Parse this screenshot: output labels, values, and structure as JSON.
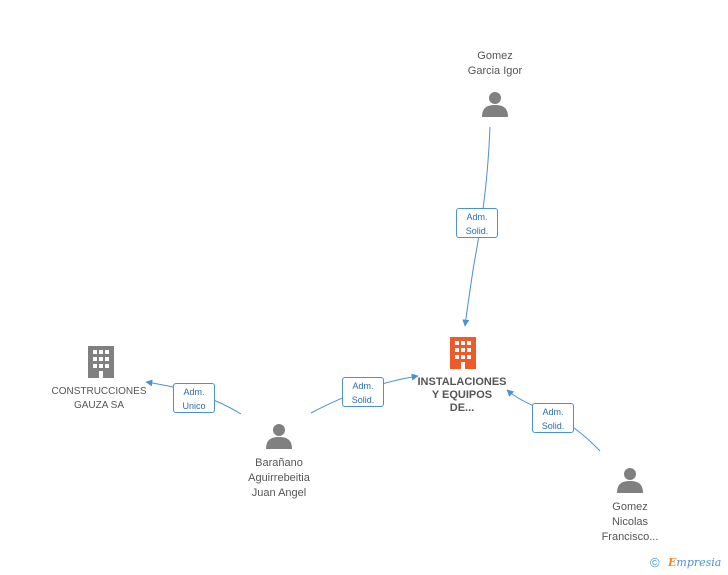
{
  "colors": {
    "edge": "#4a90d9",
    "person": "#808080",
    "company": "#808080",
    "focus_company": "#f05a28"
  },
  "nodes": {
    "gomez_garcia": {
      "lines": [
        "Gomez",
        "Garcia Igor"
      ],
      "icon": "person-icon"
    },
    "instalaciones": {
      "lines": [
        "INSTALACIONES",
        "Y EQUIPOS",
        "DE..."
      ],
      "icon": "building-icon"
    },
    "construcciones": {
      "lines": [
        "CONSTRUCCIONES",
        "GAUZA SA"
      ],
      "icon": "building-icon"
    },
    "baranano": {
      "lines": [
        "Barañano",
        "Aguirrebeitia",
        "Juan Angel"
      ],
      "icon": "person-icon"
    },
    "gomez_nicolas": {
      "lines": [
        "Gomez",
        "Nicolas",
        "Francisco..."
      ],
      "icon": "person-icon"
    }
  },
  "edges": {
    "gomez_garcia_to_instalaciones": {
      "lines": [
        "Adm.",
        "Solid."
      ]
    },
    "baranano_to_construcciones": {
      "lines": [
        "Adm.",
        "Unico"
      ]
    },
    "baranano_to_instalaciones": {
      "lines": [
        "Adm.",
        "Solid."
      ]
    },
    "gomez_nicolas_to_instalaciones": {
      "lines": [
        "Adm.",
        "Solid."
      ]
    }
  },
  "footer": {
    "copyright_symbol": "©",
    "brand_first": "E",
    "brand_rest": "mpresia"
  }
}
